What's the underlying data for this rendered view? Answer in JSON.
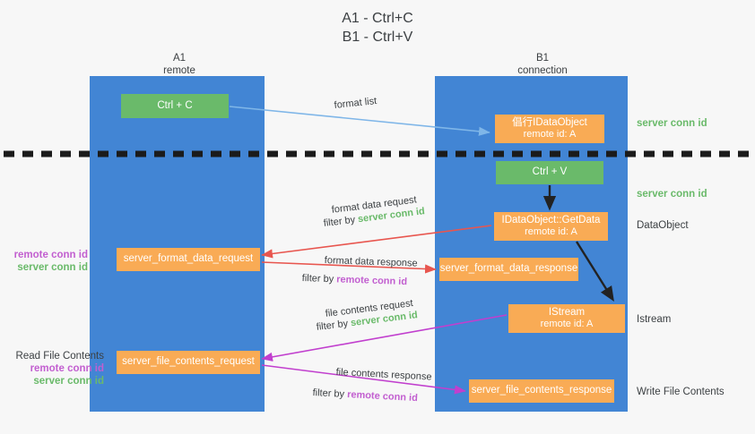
{
  "title": {
    "line1": "A1 - Ctrl+C",
    "line2": "B1 - Ctrl+V"
  },
  "lanes": [
    {
      "id": "a1",
      "name": "A1",
      "subtitle": "remote"
    },
    {
      "id": "b1",
      "name": "B1",
      "subtitle": "connection"
    }
  ],
  "nodes": {
    "ctrl_c": {
      "label": "Ctrl + C",
      "color": "#6aba6a"
    },
    "idataobject": {
      "label": "倡行IDataObject",
      "sub": "remote id: A",
      "color": "#f9ab55"
    },
    "ctrl_v": {
      "label": "Ctrl + V",
      "color": "#6aba6a"
    },
    "getdata": {
      "label": "IDataObject::GetData",
      "sub": "remote id: A",
      "color": "#f9ab55"
    },
    "istream": {
      "label": "IStream",
      "sub": "remote id: A",
      "color": "#f9ab55"
    },
    "server_format_data_request": {
      "label": "server_format_data_request",
      "color": "#f9ab55"
    },
    "server_format_data_response": {
      "label": "server_format_data_response",
      "color": "#f9ab55"
    },
    "server_file_contents_request": {
      "label": "server_file_contents_request",
      "color": "#f9ab55"
    },
    "server_file_contents_response": {
      "label": "server_file_contents_response",
      "color": "#f9ab55"
    }
  },
  "edge_labels": {
    "format_list": "format list",
    "format_data_request": "format data request",
    "format_data_request_filter_prefix": "filter by ",
    "format_data_request_filter_value": "server conn id",
    "format_data_response": "format data response",
    "format_data_response_filter_prefix": "filter by ",
    "format_data_response_filter_value": "remote conn id",
    "file_contents_request": "file contents request",
    "file_contents_request_filter_prefix": "filter by ",
    "file_contents_request_filter_value": "server conn id",
    "file_contents_response": "file contents response",
    "file_contents_response_filter_prefix": "filter by ",
    "file_contents_response_filter_value": "remote conn id"
  },
  "side_labels": {
    "server_conn_id_top": "server conn id",
    "server_conn_id_mid": "server conn id",
    "dataobject": "DataObject",
    "istream": "Istream",
    "write_file_contents": "Write File Contents",
    "read_file_contents": "Read File Contents",
    "remote_conn_id_a": "remote conn id",
    "server_conn_id_a": "server conn id",
    "remote_conn_id_b": "remote conn id",
    "server_conn_id_b": "server conn id"
  },
  "colors": {
    "lane": "#4285d4",
    "green": "#6aba6a",
    "orange": "#f9ab55",
    "red_arrow": "#e8564f",
    "magenta_arrow": "#c13fce",
    "blue_arrow": "#7fb6e8",
    "black_arrow": "#222222",
    "green_text": "#6aba6a",
    "purple_text": "#c25fd0",
    "background": "#f7f7f7"
  }
}
